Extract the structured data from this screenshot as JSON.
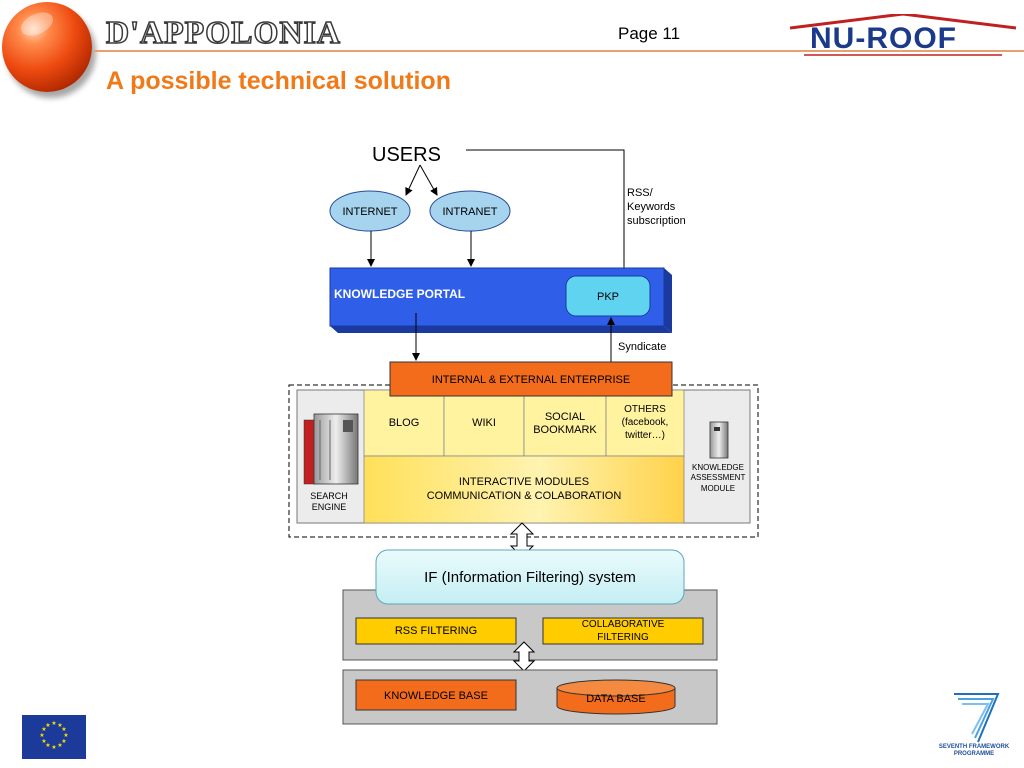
{
  "header": {
    "logo_text": "D'APPOLONIA",
    "page_label": "Page 11",
    "partner_logo_text": "NU-ROOF",
    "title": "A possible technical solution"
  },
  "diagram": {
    "users": "USERS",
    "internet": "INTERNET",
    "intranet": "INTRANET",
    "rss_note": [
      "RSS/",
      "Keywords",
      "subscription"
    ],
    "knowledge_portal": "KNOWLEDGE PORTAL",
    "pkp": "PKP",
    "syndicate": "Syndicate",
    "enterprise": "INTERNAL & EXTERNAL ENTERPRISE",
    "blog": "BLOG",
    "wiki": "WIKI",
    "social_bookmark": [
      "SOCIAL",
      "BOOKMARK"
    ],
    "others": [
      "OTHERS",
      "(facebook,",
      "twitter…)"
    ],
    "interactive_modules": [
      "INTERACTIVE MODULES",
      "COMMUNICATION & COLABORATION"
    ],
    "search_engine": [
      "SEARCH",
      "ENGINE"
    ],
    "knowledge_assessment": [
      "KNOWLEDGE",
      "ASSESSMENT",
      "MODULE"
    ],
    "if_system": "IF (Information Filtering) system",
    "rss_filtering": "RSS FILTERING",
    "collaborative_filtering": [
      "COLLABORATIVE",
      "FILTERING"
    ],
    "knowledge_base": "KNOWLEDGE BASE",
    "data_base": "DATA BASE"
  },
  "footer": {
    "fp7_label": [
      "SEVENTH FRAMEWORK",
      "PROGRAMME"
    ]
  },
  "colors": {
    "accent_orange": "#f07a18",
    "portal_blue": "#2f5ee8",
    "pkp_cyan": "#5fd3f0",
    "enterprise_orange": "#f26c1c",
    "module_yellow": "#fff3a0",
    "filter_yellow": "#ffcc00",
    "if_system_cyan": "#d9f6f8"
  }
}
